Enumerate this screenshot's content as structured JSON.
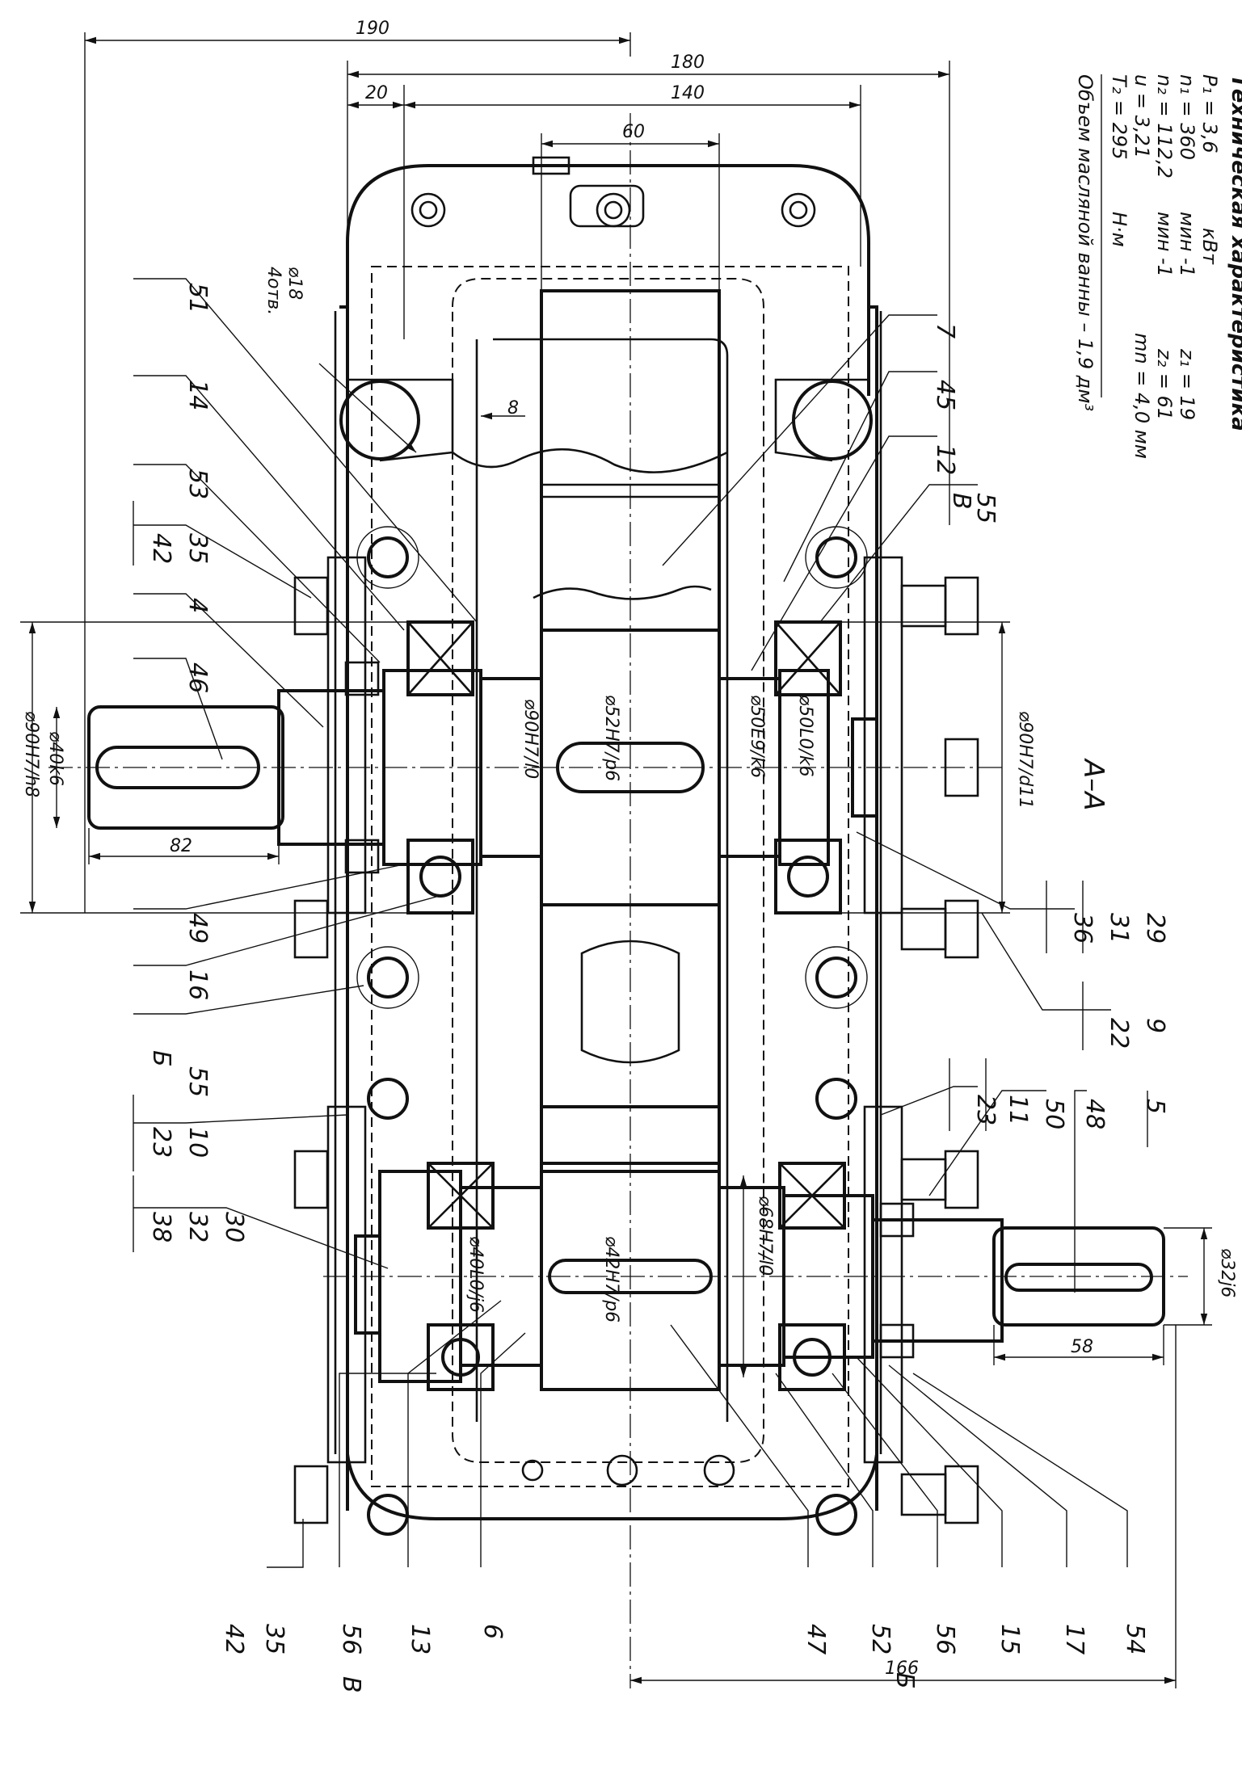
{
  "tech": {
    "title": "Техническая характеристика",
    "rows": [
      {
        "sym": "P₁ = 3,6",
        "unit": "кВт",
        "extra": ""
      },
      {
        "sym": "n₁ = 360",
        "unit": "мин -1",
        "extra": "z₁ = 19"
      },
      {
        "sym": "n₂ = 112,2",
        "unit": "мин -1",
        "extra": "z₂ = 61"
      },
      {
        "sym": "u = 3,21",
        "unit": "",
        "extra": "mn = 4,0 мм"
      },
      {
        "sym": "T₂ = 295",
        "unit": "Н·м",
        "extra": ""
      }
    ],
    "oil": "Объем масляной ванны – 1,9 дм³"
  },
  "section": "А–А",
  "dims": {
    "overall_190": "190",
    "overall_180": "180",
    "wall_20": "20",
    "inner_140": "140",
    "gear_60": "60",
    "hole": "⌀18",
    "hole_count": "4отв.",
    "gap_8": "8",
    "input_fit": "⌀90H7/h8",
    "input_shaft": "⌀40k6",
    "input_len": "82",
    "housing_bore_in": "⌀90H7/l0",
    "gear_seat_in": "⌀52H7/p6",
    "shaft_seat_in": "⌀50E9/k6",
    "bearing_seat_in": "⌀50L0/k6",
    "cover_fit_right": "⌀90H7/d11",
    "bearing_seat_out": "⌀40L0/j6",
    "gear_seat_out": "⌀42H7/p6",
    "housing_bore_out": "⌀68H7/l0",
    "output_shaft": "⌀32j6",
    "output_len": "58",
    "center_166": "166"
  },
  "callouts": {
    "left": [
      "51",
      "14",
      "53",
      "42",
      "35",
      "4",
      "46",
      "49",
      "16",
      "55",
      "Б",
      "23",
      "10",
      "38",
      "32",
      "30",
      "42",
      "35",
      "56",
      "В",
      "13",
      "6"
    ],
    "right": [
      "7",
      "45",
      "12",
      "55",
      "В",
      "29",
      "31",
      "36",
      "22",
      "9",
      "23",
      "11",
      "50",
      "48",
      "5",
      "47",
      "52",
      "Б",
      "56",
      "15",
      "17",
      "54"
    ]
  }
}
